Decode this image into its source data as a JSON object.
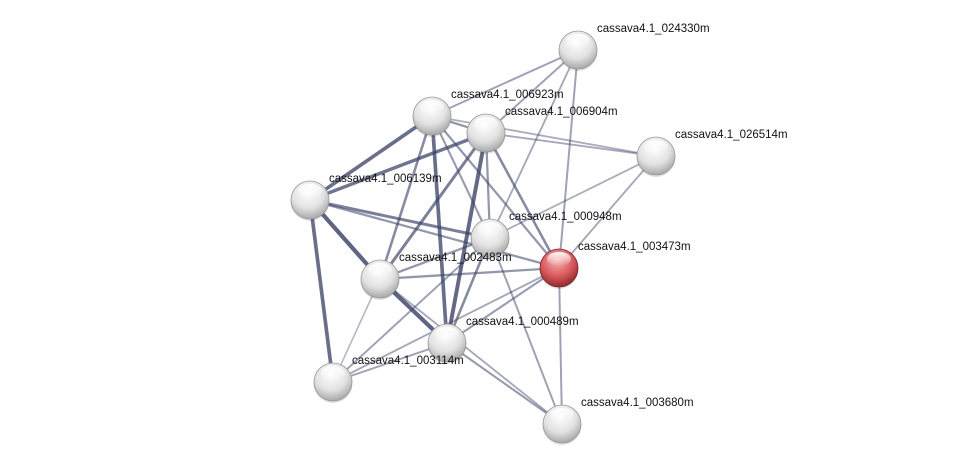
{
  "nodes": [
    {
      "id": "n024330",
      "label": "cassava4.1_024330m",
      "query": false
    },
    {
      "id": "n006923",
      "label": "cassava4.1_006923m",
      "query": false
    },
    {
      "id": "n006904",
      "label": "cassava4.1_006904m",
      "query": false
    },
    {
      "id": "n026514",
      "label": "cassava4.1_026514m",
      "query": false
    },
    {
      "id": "n006139",
      "label": "cassava4.1_006139m",
      "query": false
    },
    {
      "id": "n000948",
      "label": "cassava4.1_000948m",
      "query": false
    },
    {
      "id": "n003473",
      "label": "cassava4.1_003473m",
      "query": true
    },
    {
      "id": "n002x83",
      "label": "cassava4.1_002483m",
      "query": false
    },
    {
      "id": "n000489",
      "label": "cassava4.1_000489m",
      "query": false
    },
    {
      "id": "n003114",
      "label": "cassava4.1_003114m",
      "query": false
    },
    {
      "id": "n003680",
      "label": "cassava4.1_003680m",
      "query": false
    }
  ],
  "edges": [
    [
      "n006139",
      "n002x83",
      0.95
    ],
    [
      "n006139",
      "n003114",
      0.85
    ],
    [
      "n006923",
      "n006139",
      0.85
    ],
    [
      "n006904",
      "n006139",
      0.8
    ],
    [
      "n006923",
      "n000489",
      0.85
    ],
    [
      "n006904",
      "n000489",
      0.9
    ],
    [
      "n002x83",
      "n000489",
      0.95
    ],
    [
      "n006923",
      "n002x83",
      0.6
    ],
    [
      "n006904",
      "n002x83",
      0.7
    ],
    [
      "n006923",
      "n006904",
      0.5
    ],
    [
      "n024330",
      "n006923",
      0.4
    ],
    [
      "n024330",
      "n006904",
      0.4
    ],
    [
      "n024330",
      "n000948",
      0.35
    ],
    [
      "n024330",
      "n003473",
      0.4
    ],
    [
      "n026514",
      "n006923",
      0.3
    ],
    [
      "n026514",
      "n006904",
      0.35
    ],
    [
      "n026514",
      "n000948",
      0.3
    ],
    [
      "n026514",
      "n003473",
      0.35
    ],
    [
      "n006923",
      "n003473",
      0.5
    ],
    [
      "n006904",
      "n003473",
      0.6
    ],
    [
      "n006904",
      "n000948",
      0.5
    ],
    [
      "n006923",
      "n000948",
      0.45
    ],
    [
      "n006139",
      "n000948",
      0.7
    ],
    [
      "n006139",
      "n003473",
      0.5
    ],
    [
      "n000948",
      "n003114",
      0.4
    ],
    [
      "n000948",
      "n000489",
      0.6
    ],
    [
      "n000948",
      "n003680",
      0.4
    ],
    [
      "n003473",
      "n000489",
      0.45
    ],
    [
      "n003473",
      "n003114",
      0.35
    ],
    [
      "n003473",
      "n003680",
      0.4
    ],
    [
      "n003473",
      "n002x83",
      0.5
    ],
    [
      "n002x83",
      "n003114",
      0.2
    ],
    [
      "n000489",
      "n003114",
      0.4
    ],
    [
      "n000489",
      "n003680",
      0.45
    ],
    [
      "n002x83",
      "n003680",
      0.35
    ],
    [
      "n002x83",
      "n000948",
      0.5
    ]
  ],
  "colors": {
    "edge": "#3a4266",
    "node": "#e6e6e6",
    "query_node": "#d9595b"
  }
}
